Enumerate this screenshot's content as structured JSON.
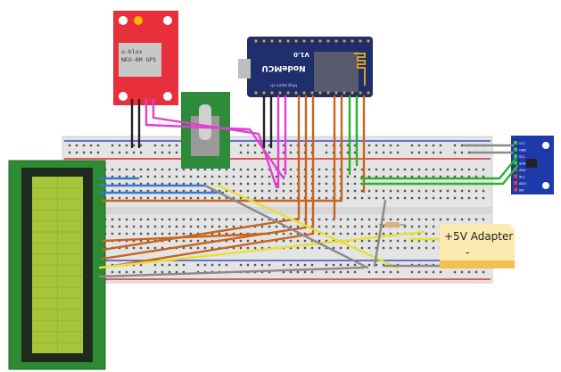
{
  "gps": {
    "brand": "u-blox",
    "model": "NEO-6M GPS"
  },
  "nodemcu": {
    "name": "NodeMCU",
    "version": "V1.0",
    "site": "blog.squix.ch"
  },
  "mpu": {
    "pins": [
      "VCC",
      "GND",
      "SCL",
      "SDA",
      "XDA",
      "XCL",
      "ADO",
      "INT"
    ]
  },
  "note": {
    "title": "+5V Adapter",
    "body": "-"
  },
  "colors": {
    "breadboard": "#e6e6e6",
    "gps_board": "#e8303c",
    "nodemcu_board": "#1f2f6e",
    "pot_board": "#2e8b3a",
    "lcd_board": "#2f8a34",
    "lcd_screen": "#a7c53a",
    "mpu_board": "#1e3aa8",
    "note": "#fdeab0",
    "wire_orange": "#c8641e",
    "wire_pink": "#e040d0",
    "wire_green": "#28b428",
    "wire_yellow": "#e8e030",
    "wire_gray": "#8a8a8a",
    "wire_blue": "#3a78d0",
    "wire_black": "#222222"
  }
}
